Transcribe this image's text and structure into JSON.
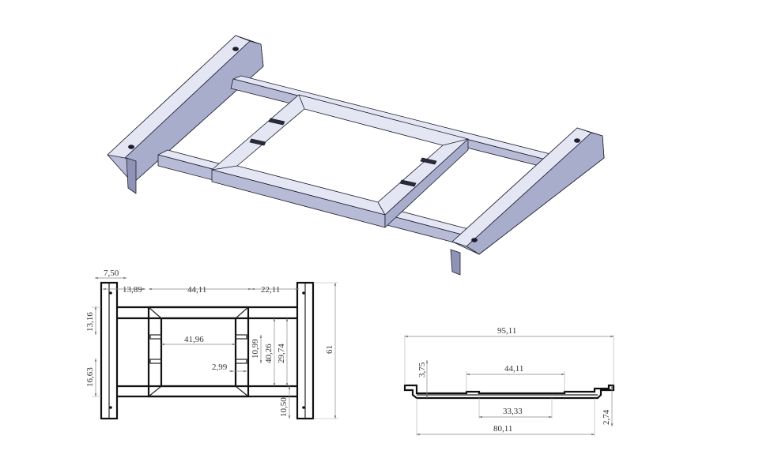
{
  "colors": {
    "face_top": "#e4e6f4",
    "face_side": "#b8bbd6",
    "face_dark": "#8f93b5",
    "edge": "#1c1c2e",
    "dimension": "#888888",
    "outline": "#111111"
  },
  "top_view": {
    "dims": {
      "d_7_50": "7,50",
      "d_13_89": "13,89",
      "d_44_11": "44,11",
      "d_22_11": "22,11",
      "d_13_16": "13,16",
      "d_16_63": "16,63",
      "d_41_96": "41,96",
      "d_10_99": "10,99",
      "d_40_26": "40,26",
      "d_29_74": "29,74",
      "d_61": "61",
      "d_2_99": "2,99",
      "d_10_50": "10,50"
    }
  },
  "side_view": {
    "dims": {
      "d_95_11": "95,11",
      "d_3_75": "3,75",
      "d_44_11": "44,11",
      "d_33_33": "33,33",
      "d_80_11": "80,11",
      "d_2_74": "2,74"
    }
  }
}
